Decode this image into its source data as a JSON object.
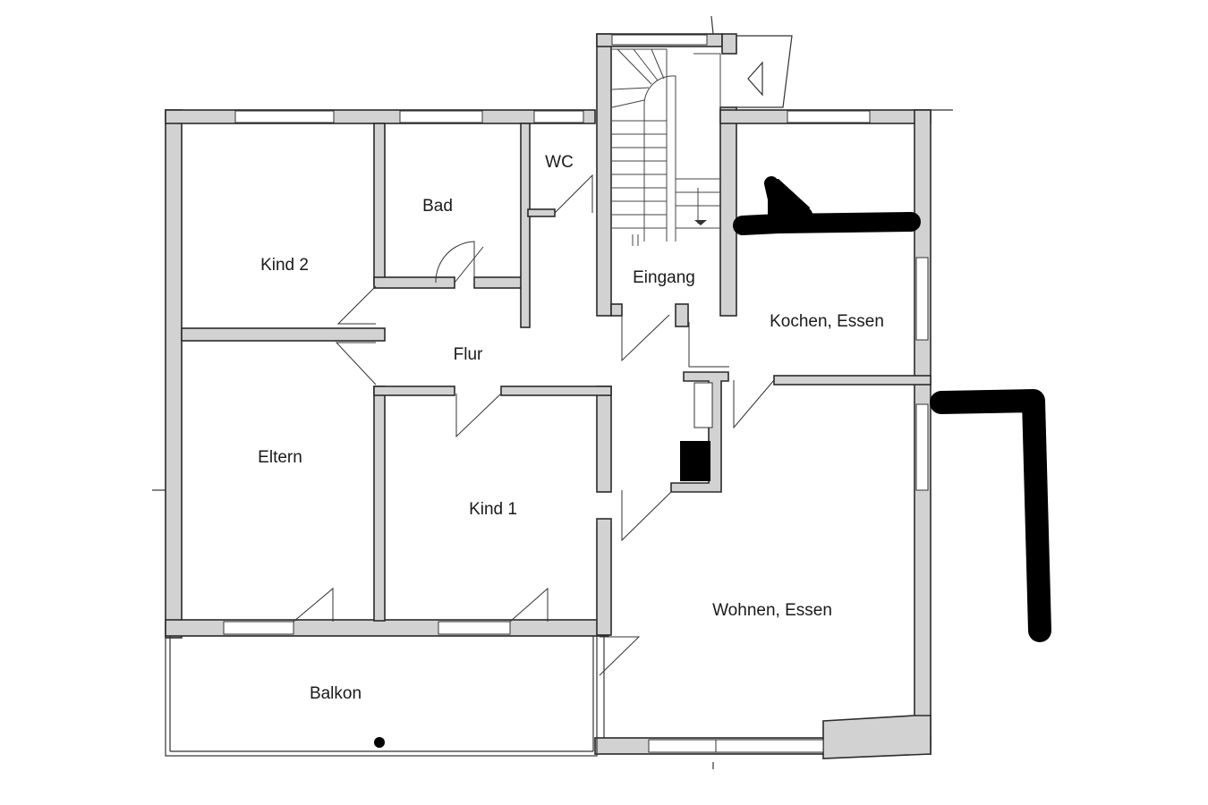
{
  "rooms": {
    "kind2": "Kind 2",
    "bad": "Bad",
    "wc": "WC",
    "eingang": "Eingang",
    "kochen": "Kochen, Essen",
    "flur": "Flur",
    "eltern": "Eltern",
    "kind1": "Kind 1",
    "wohnen": "Wohnen, Essen",
    "balkon": "Balkon"
  },
  "colors": {
    "wall_fill": "#d2d2d2",
    "line": "#2a2a2a",
    "background": "#ffffff",
    "marker": "#000000"
  }
}
